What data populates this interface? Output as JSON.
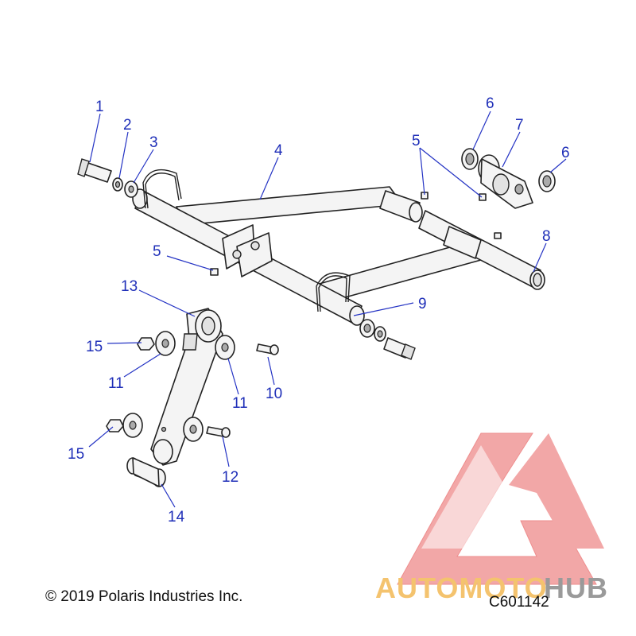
{
  "diagram": {
    "callouts": [
      "1",
      "2",
      "3",
      "4",
      "5",
      "5",
      "6",
      "6",
      "7",
      "8",
      "9",
      "10",
      "11",
      "11",
      "12",
      "13",
      "14",
      "15",
      "15"
    ]
  },
  "footer": {
    "copyright": "© 2019 Polaris Industries Inc.",
    "figure_code": "C601142"
  },
  "watermark": {
    "brand_part1": "AUTOMOTO",
    "brand_part2": "HUB",
    "color_primary": "#f2a3a3",
    "color_text1": "#f4c36e",
    "color_text2": "#9a9a9a"
  },
  "colors": {
    "callout": "#1f2fb8",
    "leader": "#2433c4",
    "outline": "#222222"
  }
}
